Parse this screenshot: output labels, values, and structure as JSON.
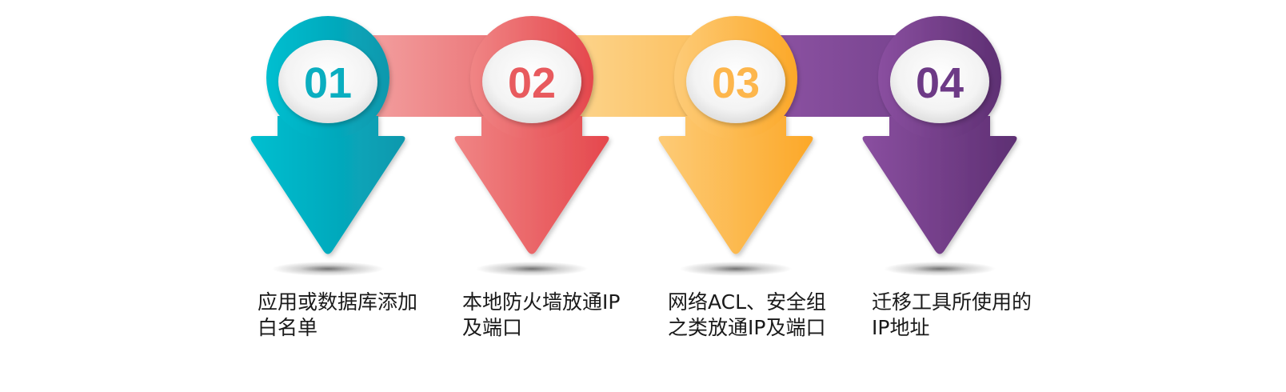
{
  "steps": [
    {
      "number": "01",
      "lines": [
        "应用或数据库添加",
        "白名单"
      ],
      "color": "#0aaec0"
    },
    {
      "number": "02",
      "lines": [
        "本地防火墙放通IP",
        "及端口"
      ],
      "color": "#e85a5e"
    },
    {
      "number": "03",
      "lines": [
        "网络ACL、安全组",
        "之类放通IP及端口"
      ],
      "color": "#fdb64c"
    },
    {
      "number": "04",
      "lines": [
        "迁移工具所使用的",
        "IP地址"
      ],
      "color": "#6d3a86"
    }
  ]
}
